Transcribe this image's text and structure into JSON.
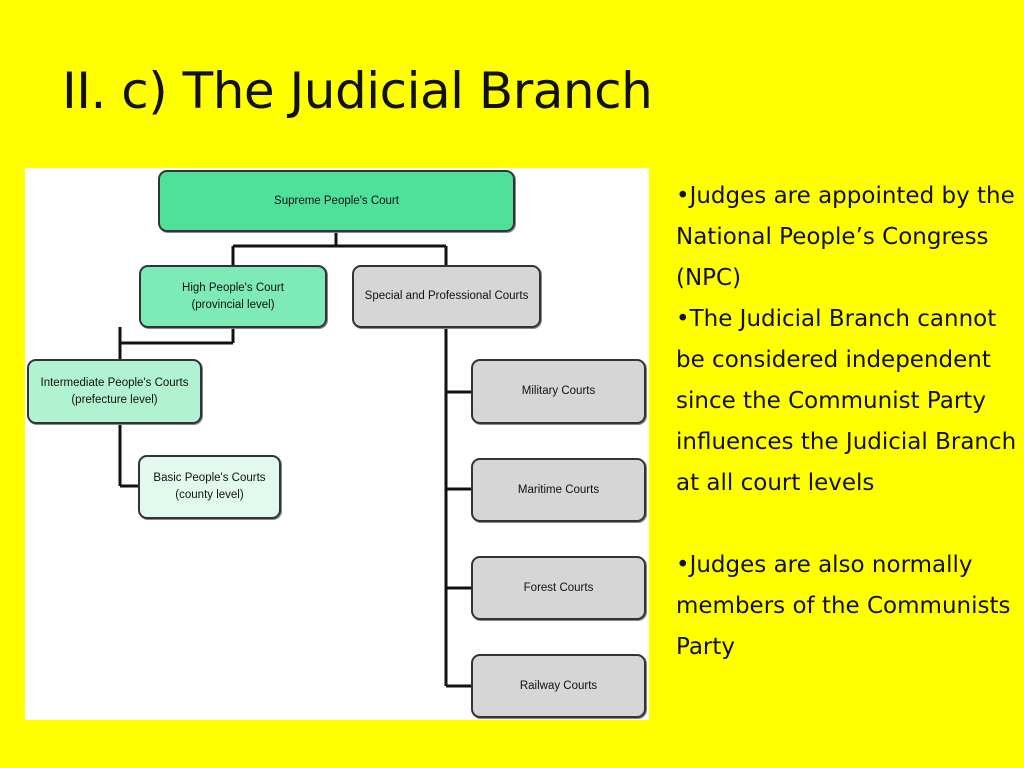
{
  "title": "II. c) The Judicial Branch",
  "diagram": {
    "supreme": "Supreme People's Court",
    "high": {
      "name": "High People's Court",
      "level": "(provincial level)"
    },
    "special": "Special and Professional Courts",
    "intermediate": {
      "name": "Intermediate People's Courts",
      "level": "(prefecture level)"
    },
    "basic": {
      "name": "Basic People's Courts",
      "level": "(county level)"
    },
    "military": "Military Courts",
    "maritime": "Maritime Courts",
    "forest": "Forest Courts",
    "railway": "Railway Courts"
  },
  "bullets": [
    "•Judges are appointed by the National People’s Congress (NPC)",
    "•The Judicial Branch cannot be considered independent since the Communist Party influences the Judicial Branch at all court levels",
    "•Judges are also normally members of the Communists Party"
  ],
  "colors": {
    "background": "#ffff00",
    "supreme": "#4fe09a",
    "high": "#7eeab5",
    "intermediate": "#b0f2d2",
    "basic": "#e2faee",
    "special": "#d6d6d6"
  }
}
